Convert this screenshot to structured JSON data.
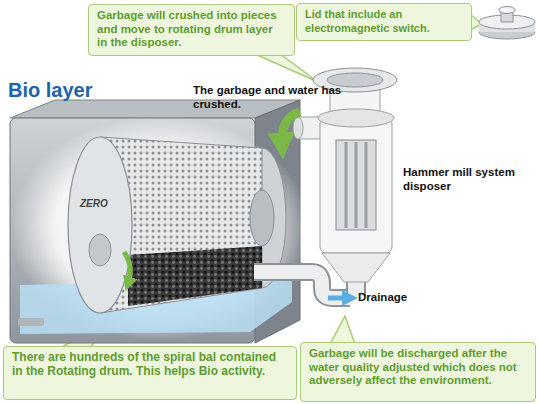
{
  "diagram": {
    "nodes": [
      {
        "text": [
          "Garbage will crushed into pieces and move to rotating drum layer in the disposer."
        ]
      },
      {
        "text": [
          "Lid that include an electromagnetic switch."
        ]
      },
      {
        "text": [
          "There are hundreds of the spiral bal contained in the Rotating drum. This helps Bio activity."
        ]
      },
      {
        "text": [
          "Garbage will be discharged after the water quality adjusted which does not adversely affect the environment."
        ]
      }
    ],
    "labels": [
      "Bio layer",
      "The garbage and water has crushed.",
      "Hammer mill system disposer",
      "Drainage",
      "ZERO"
    ]
  }
}
